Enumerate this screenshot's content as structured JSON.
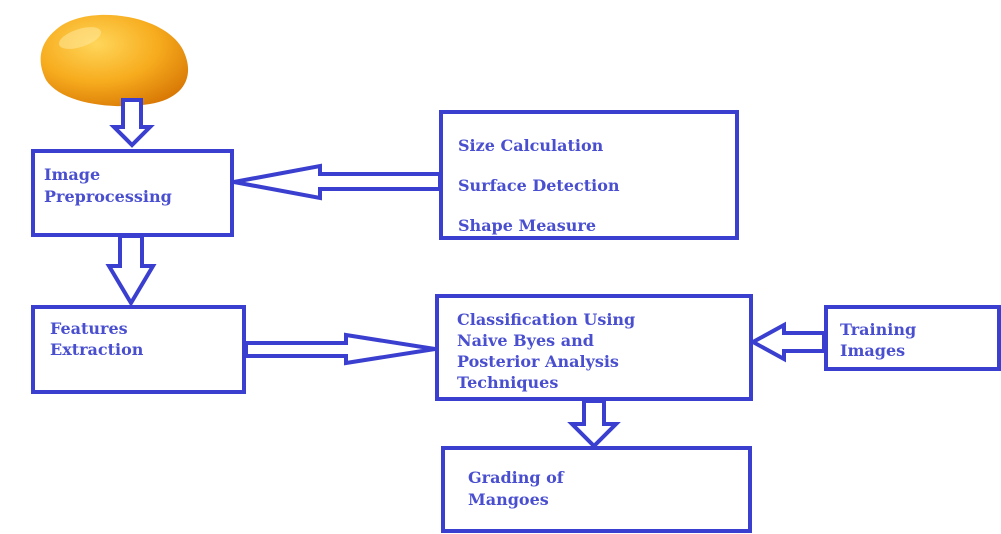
{
  "diagram": {
    "colors": {
      "border": "#3b3fcf",
      "text": "#4a4fd0",
      "mango_light": "#ffd65a",
      "mango_mid": "#f7ac1e",
      "mango_dark": "#d97a06"
    },
    "nodes": {
      "mango": {
        "icon": "mango-fruit-image"
      },
      "preprocessing": {
        "lines": [
          "Image",
          "Preprocessing"
        ]
      },
      "features": {
        "lines": [
          "Size Calculation",
          "Surface Detection",
          "Shape Measure"
        ]
      },
      "extraction": {
        "lines": [
          "Features",
          "Extraction"
        ]
      },
      "classification": {
        "lines": [
          "Classification Using",
          "Naive Byes and",
          "Posterior Analysis",
          "Techniques"
        ]
      },
      "training": {
        "lines": [
          "Training",
          "Images"
        ]
      },
      "grading": {
        "lines": [
          "Grading of",
          "Mangoes"
        ]
      }
    },
    "edges": [
      {
        "from": "mango",
        "to": "preprocessing"
      },
      {
        "from": "features",
        "to": "preprocessing"
      },
      {
        "from": "preprocessing",
        "to": "extraction"
      },
      {
        "from": "extraction",
        "to": "classification"
      },
      {
        "from": "training",
        "to": "classification"
      },
      {
        "from": "classification",
        "to": "grading"
      }
    ]
  }
}
